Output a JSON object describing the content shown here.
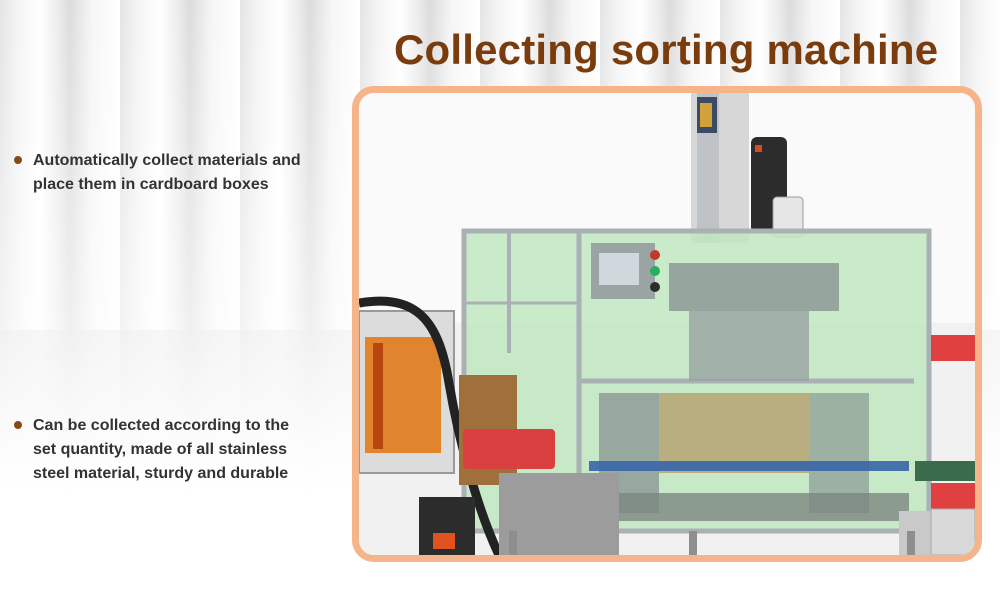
{
  "header": {
    "title": "Collecting sorting machine"
  },
  "features": [
    {
      "text_line1": "Automatically collect materials and",
      "text_line2": "place them in cardboard boxes"
    },
    {
      "text_line1": "Can be collected according to the",
      "text_line2": "set quantity, made of all stainless",
      "text_line3": "steel material, sturdy and durable"
    }
  ],
  "colors": {
    "title": "#7a3c0c",
    "bullet_dot": "#8a4a14",
    "frame_border": "#f5b48a",
    "body_text": "#333333"
  },
  "image": {
    "subject": "collecting-sorting-machine-photo"
  }
}
